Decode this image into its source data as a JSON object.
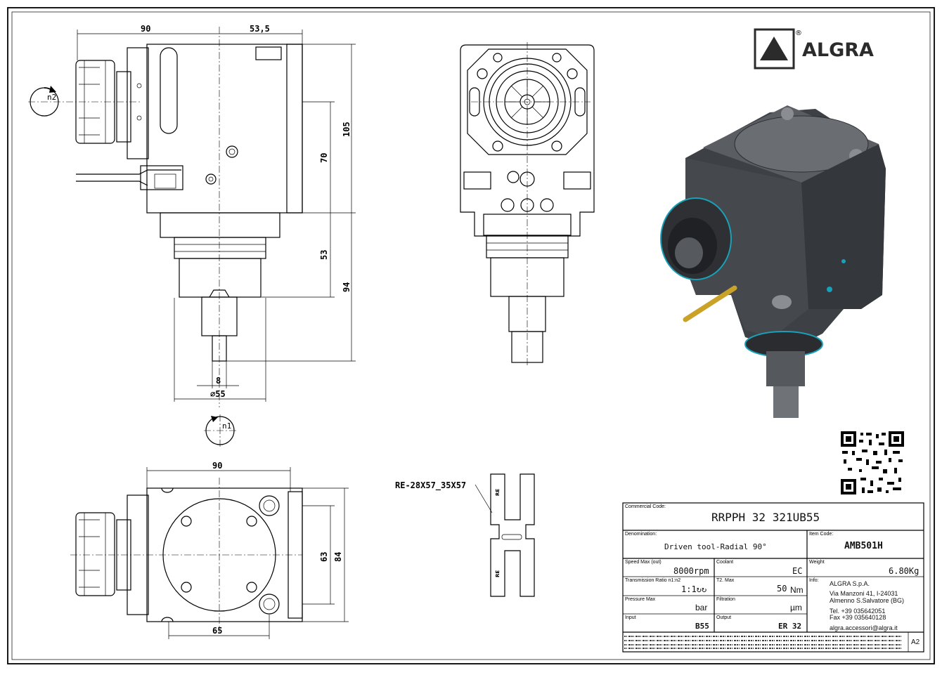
{
  "brand": {
    "logo_text": "ALGRA",
    "registered": "®",
    "colors": {
      "logo": "#2b2b2b",
      "line": "#000000",
      "render_body": "#4a4d52",
      "render_accent": "#1aa0b8",
      "render_pipe": "#c9a227"
    }
  },
  "drawing": {
    "view_top": {
      "dim_90": "90",
      "dim_53_5": "53,5",
      "dim_105": "105",
      "dim_70": "70",
      "dim_53": "53",
      "dim_94": "94",
      "dim_8": "8",
      "dim_55": "∅55",
      "rot_n2": "n2",
      "rot_n1": "n1"
    },
    "view_bottom": {
      "dim_90": "90",
      "dim_63": "63",
      "dim_84": "84",
      "dim_65": "65"
    },
    "section": {
      "label": "RE-28X57_35X57",
      "tag_top": "RE",
      "tag_bottom": "RE"
    },
    "qr_icon": "qr-code-icon"
  },
  "title_block": {
    "commercial_code_label": "Commercial Code:",
    "commercial_code": "RRPPH 32 321UB55",
    "denomination_label": "Denomination:",
    "denomination": "Driven tool-Radial 90°",
    "item_code_label": "Item Code:",
    "item_code": "AMB501H",
    "speed_label": "Speed Max (out)",
    "speed": "8000rpm",
    "coolant_label": "Coolant",
    "coolant": "EC",
    "weight_label": "Weight",
    "weight": "6.80Kg",
    "ratio_label": "Transmission Ratio n1:n2",
    "ratio": "1:1↻↻",
    "torque_label": "T2. Max",
    "torque": "50",
    "torque_unit": "Nm",
    "info_label": "Info:",
    "company": "ALGRA S.p.A.",
    "address1": "Via Manzoni 41, I-24031",
    "address2": "Almenno S.Salvatore (BG)",
    "tel": "Tel. +39 035642051",
    "fax": "Fax +39 035640128",
    "email": "algra.accessori@algra.it",
    "pressure_label": "Pressure Max",
    "pressure": "bar",
    "filtration_label": "Filtration",
    "filtration": "µm",
    "input_label": "Input",
    "input": "B55",
    "output_label": "Output",
    "output": "ER 32",
    "sheet_size": "A2"
  }
}
